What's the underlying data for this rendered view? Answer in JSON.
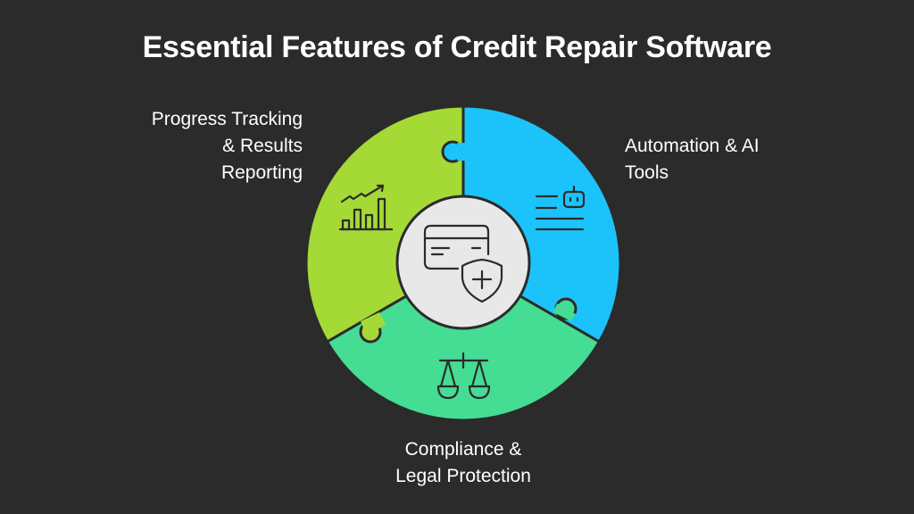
{
  "title": "Essential Features of Credit Repair Software",
  "segments": [
    {
      "label_lines": [
        "Progress Tracking",
        "& Results",
        "Reporting"
      ],
      "icon": "chart-trend-icon",
      "color": "#a5d936"
    },
    {
      "label_lines": [
        "Automation & AI",
        "Tools"
      ],
      "icon": "robot-text-icon",
      "color": "#1cc3fb"
    },
    {
      "label_lines": [
        "Compliance &",
        "Legal Protection"
      ],
      "icon": "scales-icon",
      "color": "#44dd93"
    }
  ],
  "center_icon": "credit-card-shield-icon",
  "colors": {
    "background": "#2b2b2b",
    "center": "#e8e8e8",
    "stroke": "#2b2b2b"
  }
}
